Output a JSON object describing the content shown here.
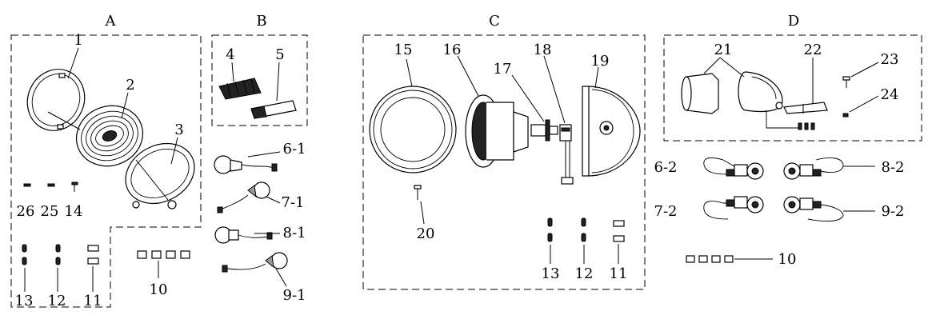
{
  "sections": {
    "a": "A",
    "b": "B",
    "c": "C",
    "d": "D"
  },
  "labels": {
    "n1": "1",
    "n2": "2",
    "n3": "3",
    "n4": "4",
    "n5": "5",
    "n6_1": "6-1",
    "n7_1": "7-1",
    "n8_1": "8-1",
    "n9_1": "9-1",
    "n10_a": "10",
    "n10_d": "10",
    "n11_a": "11",
    "n11_c": "11",
    "n12_a": "12",
    "n12_c": "12",
    "n13_a": "13",
    "n13_c": "13",
    "n14": "14",
    "n15": "15",
    "n16": "16",
    "n17": "17",
    "n18": "18",
    "n19": "19",
    "n20": "20",
    "n21": "21",
    "n22": "22",
    "n23": "23",
    "n24": "24",
    "n25": "25",
    "n26": "26",
    "n6_2": "6-2",
    "n7_2": "7-2",
    "n8_2": "8-2",
    "n9_2": "9-2"
  }
}
